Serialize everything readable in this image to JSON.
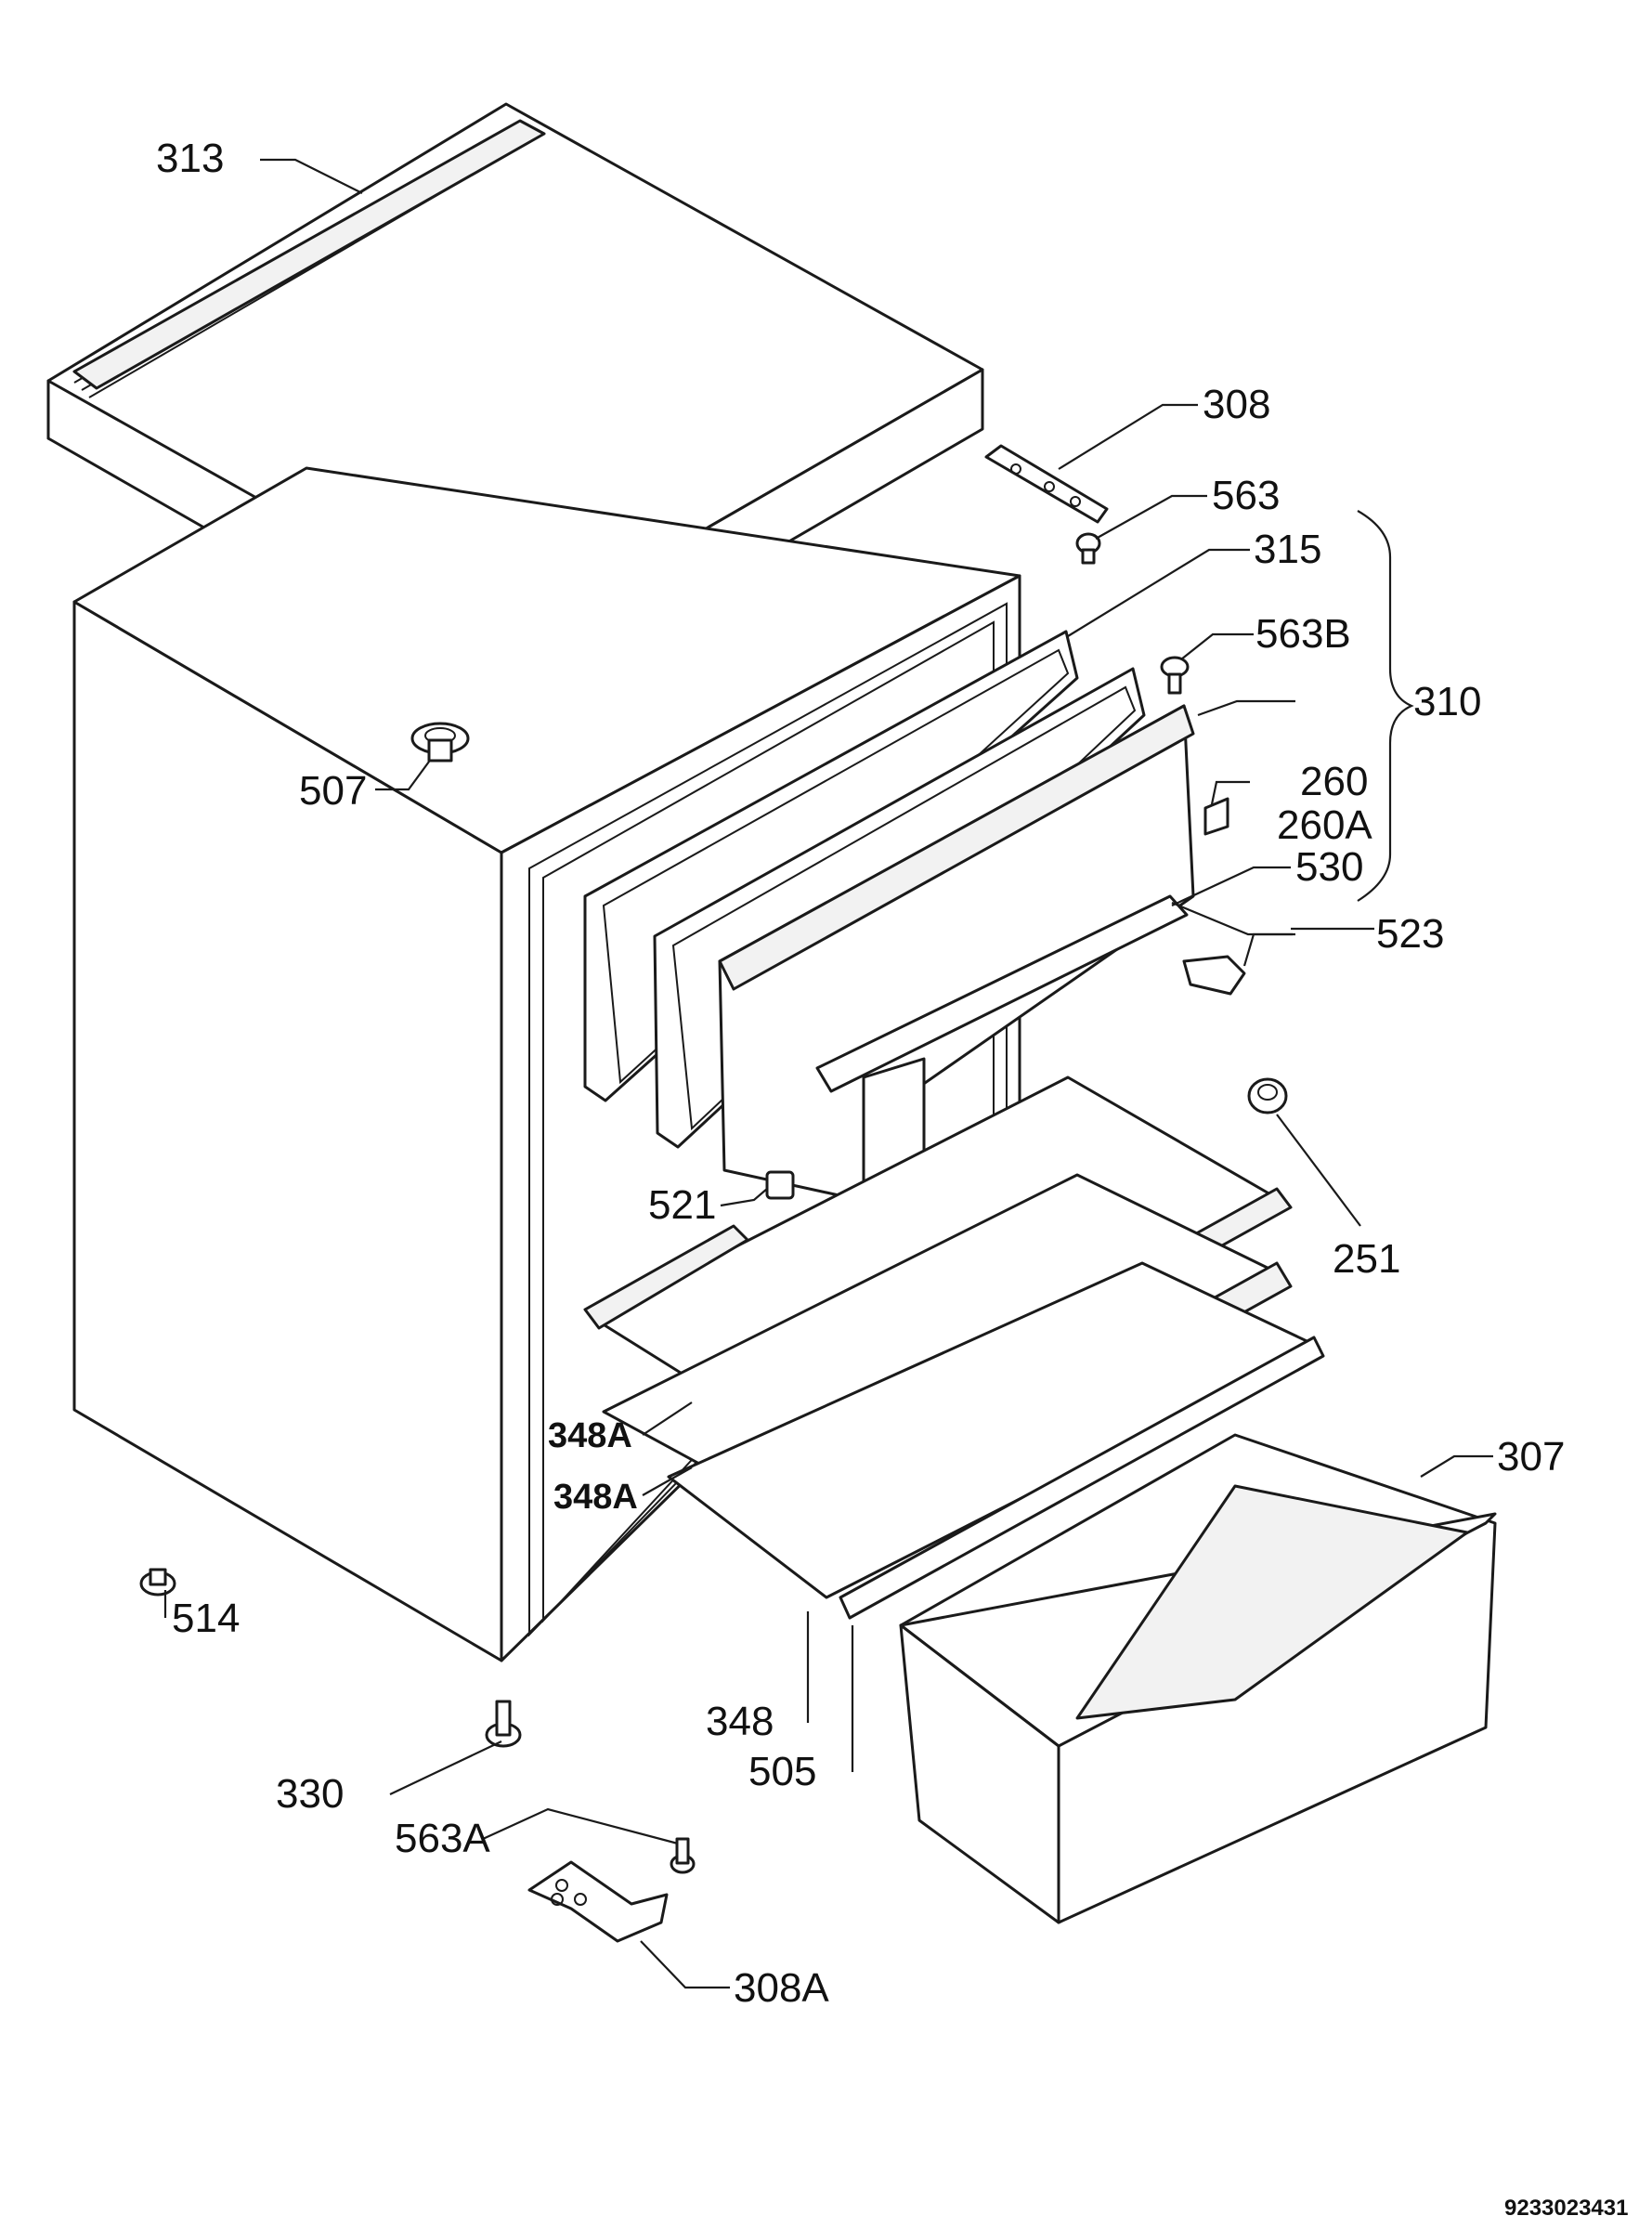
{
  "labels": {
    "l313": "313",
    "l308": "308",
    "l563": "563",
    "l315": "315",
    "l563b": "563B",
    "l310": "310",
    "l260": "260",
    "l260a": "260A",
    "l530": "530",
    "l523": "523",
    "l507": "507",
    "l251": "251",
    "l521": "521",
    "l348a_1": "348A",
    "l348a_2": "348A",
    "l307": "307",
    "l514": "514",
    "l348": "348",
    "l505": "505",
    "l330": "330",
    "l563a": "563A",
    "l308a": "308A"
  },
  "document_number": "9233023431"
}
